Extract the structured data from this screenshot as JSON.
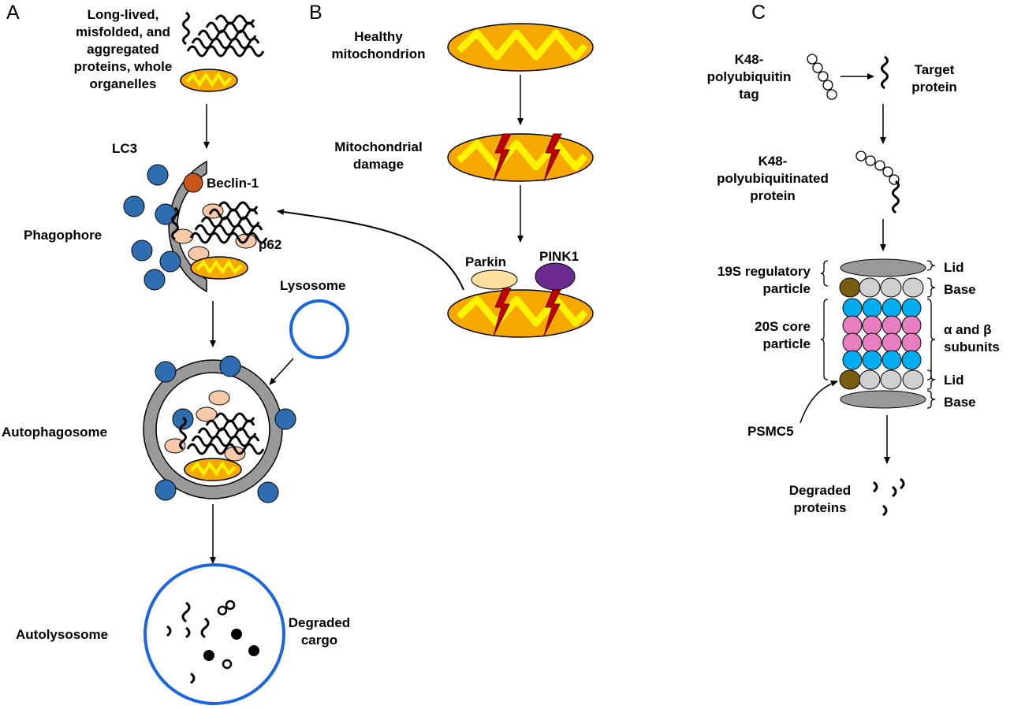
{
  "panels": {
    "a": "A",
    "b": "B",
    "c": "C"
  },
  "panel_a": {
    "substrates": "Long-lived,\nmisfolded, and\naggregated\nproteins, whole\norganelles",
    "lc3": "LC3",
    "beclin": "Beclin-1",
    "phagophore": "Phagophore",
    "p62": "p62",
    "lysosome": "Lysosome",
    "autophagosome": "Autophagosome",
    "autolysosome": "Autolysosome",
    "degraded_cargo": "Degraded\ncargo"
  },
  "panel_b": {
    "healthy": "Healthy\nmitochondrion",
    "damage": "Mitochondrial\ndamage",
    "parkin": "Parkin",
    "pink1": "PINK1"
  },
  "panel_c": {
    "tag": "K48-\npolyubiquitin\ntag",
    "target": "Target\nprotein",
    "polyub": "K48-\npolyubiquitinated\nprotein",
    "reg19s": "19S regulatory\nparticle",
    "core20s": "20S core\nparticle",
    "lid_top": "Lid",
    "base_top": "Base",
    "subunits": "α and β\nsubunits",
    "lid_bottom": "Lid",
    "base_bottom": "Base",
    "psmc5": "PSMC5",
    "degraded": "Degraded\nproteins"
  },
  "colors": {
    "mito_outer": "#f5a800",
    "mito_zigzag": "#fff200",
    "bolt": "#c00000",
    "lc3": "#2e6db0",
    "beclin": "#c8561a",
    "p62": "#f7c9a9",
    "membrane": "#999999",
    "lysosome": "#1a66e0",
    "parkin": "#fde0a0",
    "pink1": "#6b2a8f",
    "alpha": "#00aeef",
    "beta": "#e67ec0",
    "lid_gray": "#999999",
    "base_gray": "#d0d0d0",
    "psmc5": "#7a5c12"
  }
}
